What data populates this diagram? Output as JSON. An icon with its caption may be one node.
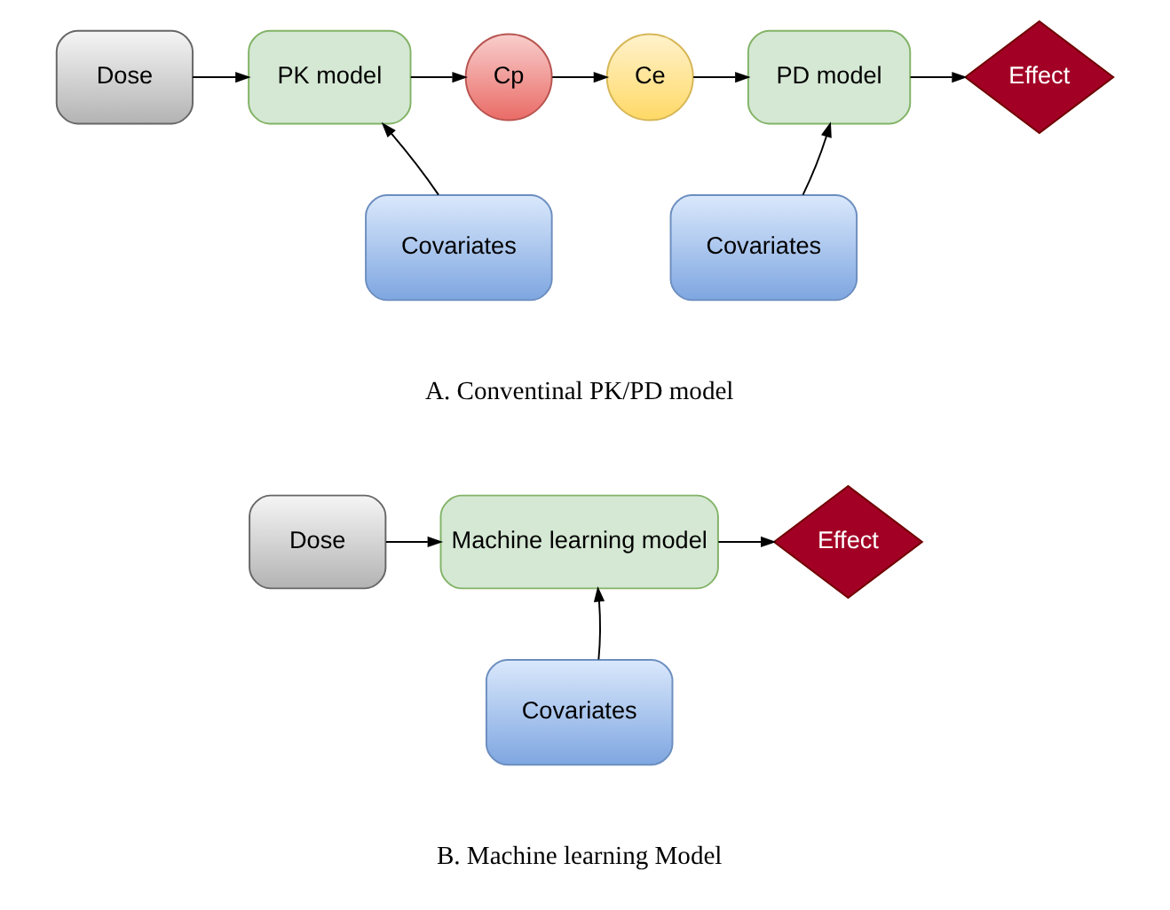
{
  "diagram": {
    "nodes": [
      {
        "text": [
          "Dose"
        ]
      },
      {
        "text": [
          "PK model"
        ]
      },
      {
        "text": [
          "Cp"
        ]
      },
      {
        "text": [
          "Ce"
        ]
      },
      {
        "text": [
          "PD model"
        ]
      },
      {
        "text": [
          "Effect"
        ]
      },
      {
        "text": [
          "Covariates"
        ]
      },
      {
        "text": [
          "Covariates"
        ]
      },
      {
        "text": [
          "Dose"
        ]
      },
      {
        "text": [
          "Machine learning model"
        ]
      },
      {
        "text": [
          "Effect"
        ]
      },
      {
        "text": [
          "Covariates"
        ]
      }
    ],
    "edges": [
      {
        "from": 0,
        "to": 1,
        "arrow": "to"
      },
      {
        "from": 1,
        "to": 2,
        "arrow": "to"
      },
      {
        "from": 2,
        "to": 3,
        "arrow": "to"
      },
      {
        "from": 3,
        "to": 4,
        "arrow": "to"
      },
      {
        "from": 4,
        "to": 5,
        "arrow": "to"
      },
      {
        "from": 6,
        "to": 1,
        "arrow": "to"
      },
      {
        "from": 7,
        "to": 4,
        "arrow": "to"
      },
      {
        "from": 8,
        "to": 9,
        "arrow": "to"
      },
      {
        "from": 9,
        "to": 10,
        "arrow": "to"
      },
      {
        "from": 11,
        "to": 9,
        "arrow": "to"
      }
    ],
    "labels": [
      "A. Conventinal PK/PD model",
      "B. Machine learning Model"
    ]
  }
}
